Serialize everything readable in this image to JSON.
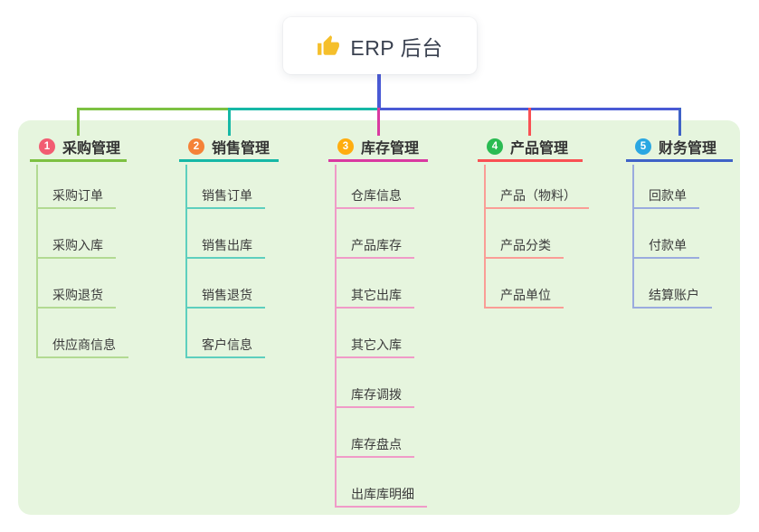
{
  "root": {
    "label": "ERP 后台",
    "icon": "thumbs-up-icon",
    "icon_color": "#F5BF2B"
  },
  "colors": {
    "stem": "#4A5AD5",
    "panel_bg": "#E6F5DE",
    "card_bg": "#FFFFFF",
    "header_text": "#333333",
    "leaf_text": "#3B3B3B"
  },
  "branches": [
    {
      "index": "1",
      "label": "采购管理",
      "badge_color": "#F25C72",
      "line_color": "#7DC142",
      "sub_line_color": "#B2DA92",
      "items": [
        "采购订单",
        "采购入库",
        "采购退货",
        "供应商信息"
      ]
    },
    {
      "index": "2",
      "label": "销售管理",
      "badge_color": "#F58238",
      "line_color": "#16B8A6",
      "sub_line_color": "#5ECFBE",
      "items": [
        "销售订单",
        "销售出库",
        "销售退货",
        "客户信息"
      ]
    },
    {
      "index": "3",
      "label": "库存管理",
      "badge_color": "#FFAD0F",
      "line_color": "#D93AA1",
      "sub_line_color": "#F09BC8",
      "items": [
        "仓库信息",
        "产品库存",
        "其它出库",
        "其它入库",
        "库存调拨",
        "库存盘点",
        "出库库明细"
      ]
    },
    {
      "index": "4",
      "label": "产品管理",
      "badge_color": "#2ABB52",
      "line_color": "#F95053",
      "sub_line_color": "#FA9D96",
      "items": [
        "产品（物料）",
        "产品分类",
        "产品单位"
      ]
    },
    {
      "index": "5",
      "label": "财务管理",
      "badge_color": "#2AA7E2",
      "line_color": "#3F62C7",
      "sub_line_color": "#9AABDE",
      "items": [
        "回款单",
        "付款单",
        "结算账户"
      ]
    }
  ]
}
